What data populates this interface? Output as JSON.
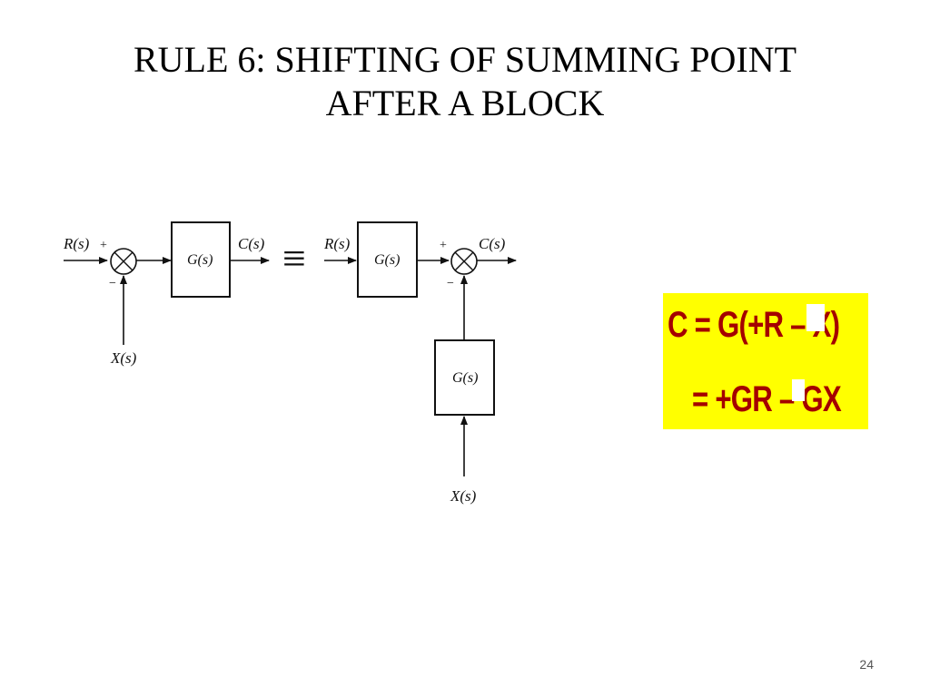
{
  "slide": {
    "title_line1": "RULE 6: SHIFTING OF SUMMING POINT",
    "title_line2": "AFTER A BLOCK",
    "page_number": "24"
  },
  "diagram": {
    "left": {
      "input": "R(s)",
      "plus": "+",
      "minus": "−",
      "block": "G(s)",
      "output": "C(s)",
      "disturbance": "X(s)"
    },
    "equivalence": "≡",
    "right": {
      "input": "R(s)",
      "block": "G(s)",
      "plus": "+",
      "minus": "−",
      "output": "C(s)",
      "feedback_block": "G(s)",
      "disturbance": "X(s)"
    }
  },
  "equations": {
    "line1": "C = G(+R – X)",
    "line2": "= +GR – GX",
    "colors": {
      "background": "#ffff00",
      "text": "#a40000"
    }
  }
}
